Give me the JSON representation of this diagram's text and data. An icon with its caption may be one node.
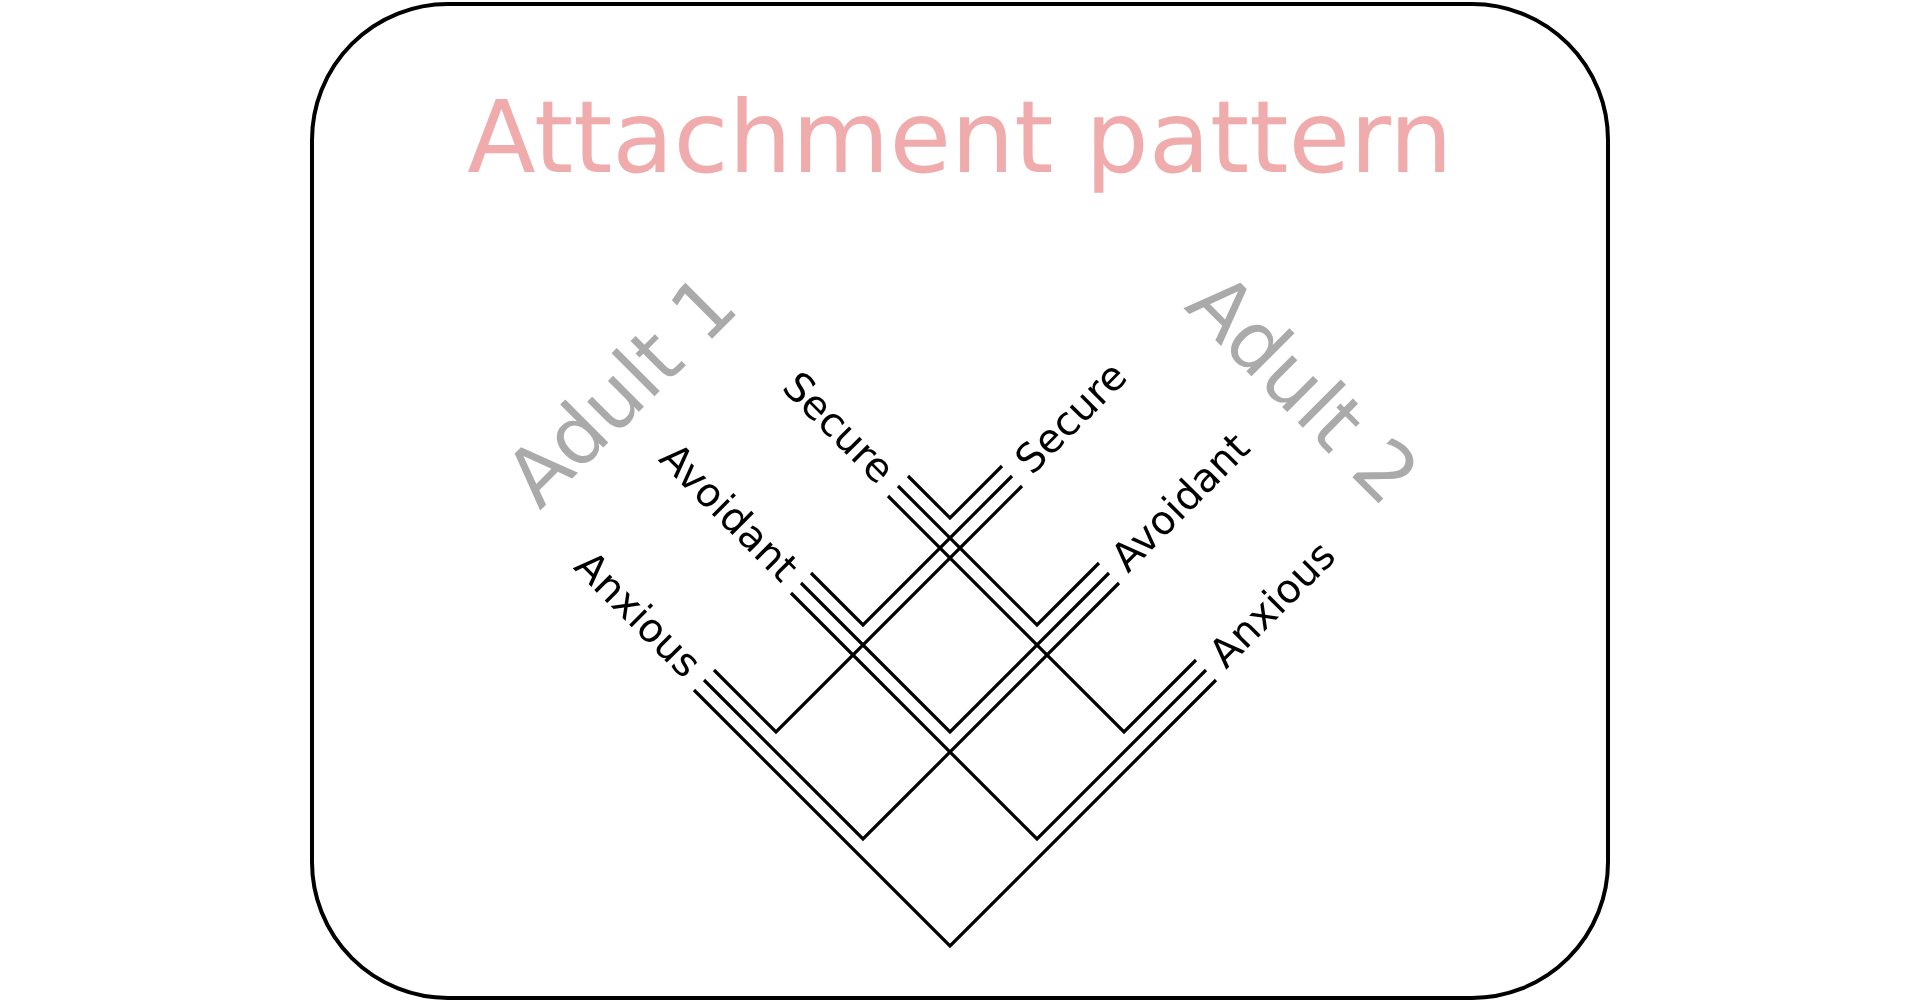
{
  "diagram": {
    "title": "Attachment pattern",
    "nodes": [
      {
        "text": [
          "Secure"
        ]
      },
      {
        "text": [
          "Avoidant"
        ]
      },
      {
        "text": [
          "Anxious"
        ]
      },
      {
        "text": [
          "Secure"
        ]
      },
      {
        "text": [
          "Avoidant"
        ]
      },
      {
        "text": [
          "Anxious"
        ]
      }
    ],
    "edges": [
      {
        "from": 0,
        "to": 3,
        "arrow": "none"
      },
      {
        "from": 0,
        "to": 4,
        "arrow": "none"
      },
      {
        "from": 0,
        "to": 5,
        "arrow": "none"
      },
      {
        "from": 1,
        "to": 3,
        "arrow": "none"
      },
      {
        "from": 1,
        "to": 4,
        "arrow": "none"
      },
      {
        "from": 1,
        "to": 5,
        "arrow": "none"
      },
      {
        "from": 2,
        "to": 3,
        "arrow": "none"
      },
      {
        "from": 2,
        "to": 4,
        "arrow": "none"
      },
      {
        "from": 2,
        "to": 5,
        "arrow": "none"
      }
    ],
    "labels": [
      "Adult 1",
      "Adult 2"
    ]
  }
}
